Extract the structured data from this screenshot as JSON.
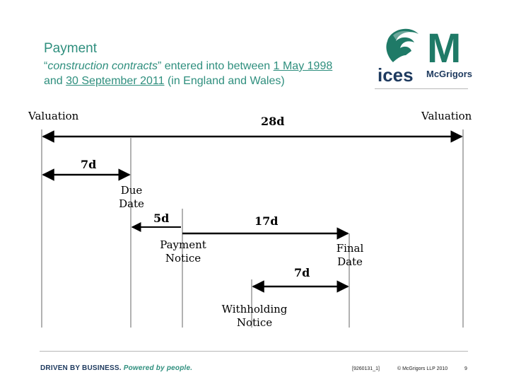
{
  "header": {
    "title": "Payment",
    "subtitle_open_quote": "“",
    "subtitle_italic": "construction contracts",
    "subtitle_mid": "” entered into between ",
    "date_start": "1 May 1998",
    "subtitle_line2_pre": "and ",
    "date_end": "30 September 2011",
    "subtitle_tail": " (in England and Wales)"
  },
  "logo": {
    "ices_text": "ices",
    "brand_text": "McGrigors",
    "monogram": "M",
    "colors": {
      "teal": "#1f7a67",
      "navy": "#1e3a5f"
    }
  },
  "diagram": {
    "labels": {
      "valuation_left": "Valuation",
      "valuation_right": "Valuation",
      "period_28d": "28d",
      "period_7d_top": "7d",
      "due_date_line1": "Due",
      "due_date_line2": "Date",
      "period_5d": "5d",
      "period_17d": "17d",
      "payment_notice_line1": "Payment",
      "payment_notice_line2": "Notice",
      "final_date_line1": "Final",
      "final_date_line2": "Date",
      "period_7d_bottom": "7d",
      "withholding_line1": "Withholding",
      "withholding_line2": "Notice"
    }
  },
  "footer": {
    "tagline": "DRIVEN BY BUSINESS.",
    "tagline_em": "Powered by people.",
    "reference": "[9260131_1]",
    "copyright": "© McGrigors LLP 2010",
    "page": "9"
  }
}
